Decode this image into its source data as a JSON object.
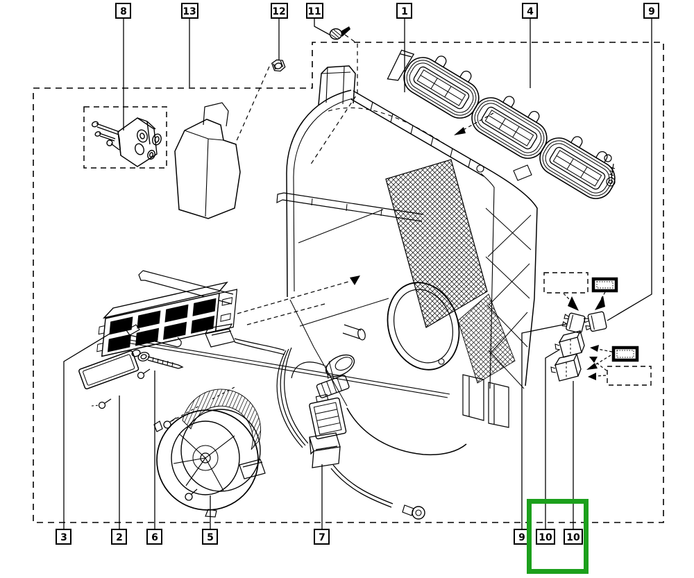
{
  "figure": {
    "background": "#ffffff",
    "line_color": "#000000",
    "highlight_color": "#1ca01c"
  },
  "callouts": {
    "top": [
      "8",
      "13",
      "12",
      "11",
      "1",
      "4",
      "9"
    ],
    "bottom": [
      "3",
      "2",
      "6",
      "5",
      "7",
      "9",
      "10",
      "10"
    ]
  },
  "highlight": {
    "shape": "rectangle",
    "encloses": [
      "10",
      "10"
    ]
  }
}
